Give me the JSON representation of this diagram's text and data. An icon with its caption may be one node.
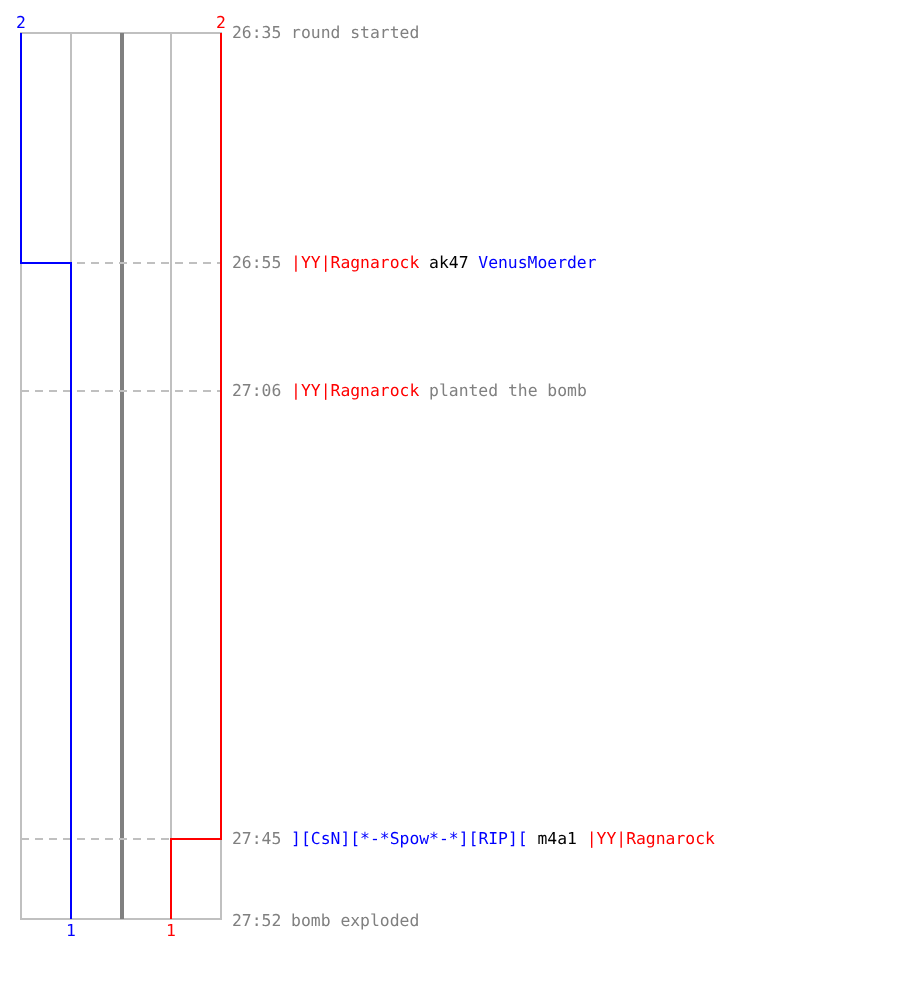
{
  "diagram": {
    "labels": [
      "2",
      "2",
      "26:35",
      "round started",
      "26:55",
      "|YY|Ragnarock",
      "ak47",
      "VenusMoerder",
      "27:06",
      "|YY|Ragnarock",
      "planted the bomb",
      "27:45",
      "][CsN][*-*Spow*-*][RIP][",
      "m4a1",
      "|YY|Ragnarock",
      "1",
      "1",
      "27:52",
      "bomb exploded"
    ]
  }
}
